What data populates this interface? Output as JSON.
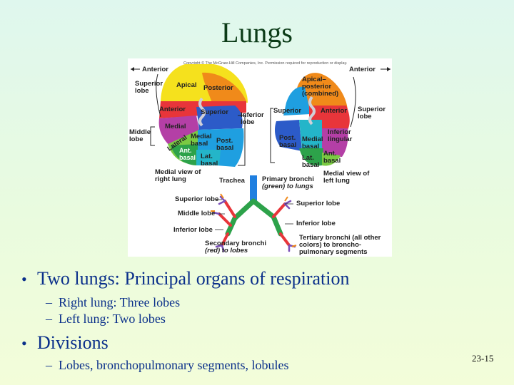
{
  "slide": {
    "title": "Lungs",
    "bullets": [
      {
        "text": "Two lungs: Principal organs of respiration",
        "sub": [
          "Right lung: Three lobes",
          "Left lung: Two lobes"
        ]
      },
      {
        "text": "Divisions",
        "sub": [
          "Lobes, bronchopulmonary segments, lobules"
        ]
      }
    ],
    "page_number": "23-15"
  },
  "figure": {
    "copyright": "Copyright © The McGraw-Hill Companies, Inc. Permission required for reproduction or display.",
    "right_lung": {
      "anterior": "Anterior",
      "superior_lobe": [
        "Superior",
        "lobe"
      ],
      "apical": "Apical",
      "posterior": "Posterior",
      "anterior_seg": "Anterior",
      "superior": "Superior",
      "inferior_lobe": [
        "Inferior",
        "lobe"
      ],
      "medial": "Medial",
      "lateral": "Lateral",
      "middle_lobe": [
        "Middle",
        "lobe"
      ],
      "medial_basal": [
        "Medial",
        "basal"
      ],
      "post_basal": [
        "Post.",
        "basal"
      ],
      "ant_basal": [
        "Ant.",
        "basal"
      ],
      "lat_basal": [
        "Lat.",
        "basal"
      ],
      "view": [
        "Medial view of",
        "right lung"
      ]
    },
    "left_lung": {
      "anterior": "Anterior",
      "apical_posterior": [
        "Apical–",
        "posterior",
        "(combined)"
      ],
      "superior_lobe": [
        "Superior",
        "lobe"
      ],
      "superior": "Superior",
      "anterior_seg": "Anterior",
      "inferior_lingular": [
        "Inferior",
        "lingular"
      ],
      "post_basal": [
        "Post.",
        "basal"
      ],
      "medial_basal": [
        "Medial",
        "basal"
      ],
      "lat_basal": [
        "Lat.",
        "basal"
      ],
      "ant_basal": [
        "Ant.",
        "basal"
      ],
      "view": [
        "Medial view of",
        "left lung"
      ]
    },
    "bronchi": {
      "trachea": "Trachea",
      "primary": [
        "Primary bronchi",
        "(green) to lungs"
      ],
      "superior_lobe_r": "Superior lobe",
      "middle_lobe": "Middle lobe",
      "inferior_lobe_r": "Inferior lobe",
      "superior_lobe_l": "Superior lobe",
      "inferior_lobe_l": "Inferior lobe",
      "tertiary": [
        "Tertiary bronchi (all other",
        "colors) to broncho-",
        "pulmonary segments"
      ],
      "secondary": [
        "Secondary bronchi",
        "(red) to lobes"
      ]
    }
  }
}
